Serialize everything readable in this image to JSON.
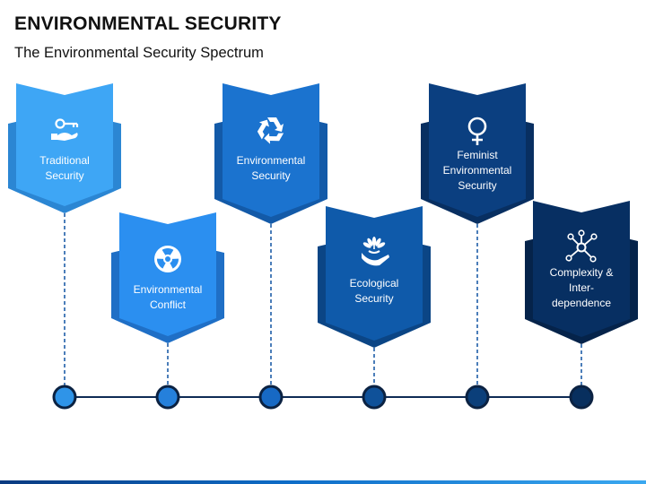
{
  "header": {
    "title": "ENVIRONMENTAL SECURITY",
    "subtitle": "The Environmental Security Spectrum"
  },
  "items": [
    {
      "lines": [
        "Traditional",
        "Security"
      ],
      "icon": "key-hand-icon",
      "color": "#3ea6f5",
      "shadow": "#2b86d3"
    },
    {
      "lines": [
        "Environmental",
        "Conflict"
      ],
      "icon": "radiation-icon",
      "color": "#2b8ff0",
      "shadow": "#1f6fc6"
    },
    {
      "lines": [
        "Environmental",
        "Security"
      ],
      "icon": "recycle-icon",
      "color": "#1b73cf",
      "shadow": "#135aa8"
    },
    {
      "lines": [
        "Ecological",
        "Security"
      ],
      "icon": "plant-hand-icon",
      "color": "#0f5aaa",
      "shadow": "#0b4585"
    },
    {
      "lines": [
        "Feminist",
        "Environmental",
        "Security"
      ],
      "icon": "female-symbol-icon",
      "color": "#0b3f80",
      "shadow": "#082f61"
    },
    {
      "lines": [
        "Complexity &",
        "Inter-",
        "dependence"
      ],
      "icon": "network-icon",
      "color": "#072f62",
      "shadow": "#05234a"
    }
  ],
  "timeline": {
    "node_colors": [
      "#2f94e8",
      "#2580db",
      "#1769c4",
      "#0f5199",
      "#0b3f7a",
      "#082f5e"
    ],
    "line_color": "#0e2b55"
  }
}
